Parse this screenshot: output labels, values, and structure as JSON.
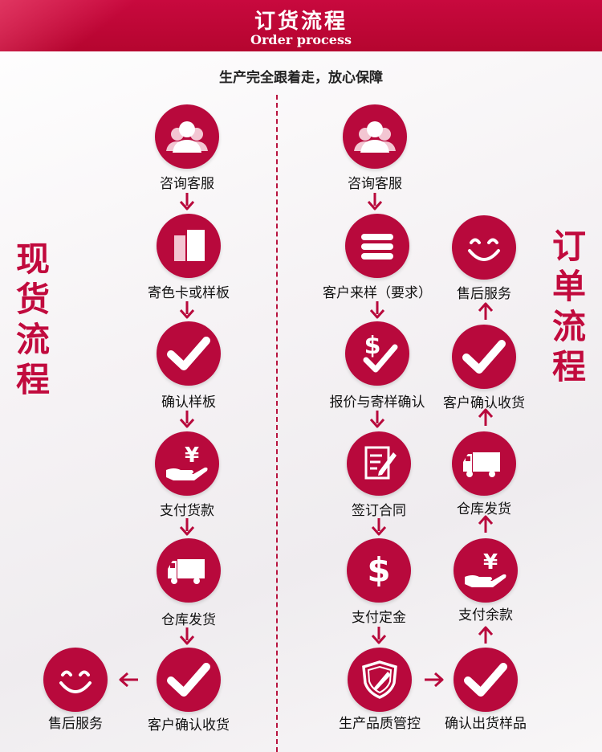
{
  "header": {
    "title": "订货流程",
    "subtitle": "Order process"
  },
  "tagline": "生产完全跟着走，放心保障",
  "left_title": [
    "现",
    "货",
    "流",
    "程"
  ],
  "right_title": [
    "订",
    "单",
    "流",
    "程"
  ],
  "left_flow": {
    "steps": [
      "咨询客服",
      "寄色卡或样板",
      "确认样板",
      "支付货款",
      "仓库发货",
      "客户确认收货",
      "售后服务"
    ]
  },
  "right_flow": {
    "steps": [
      "咨询客服",
      "客户来样（要求）",
      "报价与寄样确认",
      "签订合同",
      "支付定金",
      "生产品质管控",
      "确认出货样品",
      "支付余款",
      "仓库发货",
      "客户确认收货",
      "售后服务"
    ]
  },
  "colors": {
    "brand": "#b8093c",
    "banner": "#c8093e",
    "divider": "#b8143f"
  },
  "icons": {
    "people": "people-icon",
    "building": "building-icon",
    "check": "check-icon",
    "yen_hand": "yen-hand-icon",
    "truck": "truck-icon",
    "smile": "smile-icon",
    "bars": "bars-icon",
    "dollar_check": "dollar-check-icon",
    "contract": "contract-icon",
    "dollar": "dollar-icon",
    "shield": "shield-icon"
  }
}
